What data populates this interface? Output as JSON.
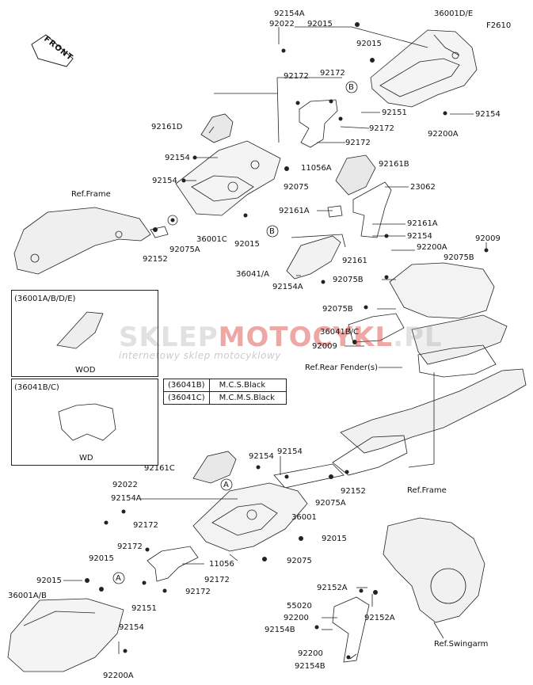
{
  "diagram_code": "F2610",
  "front_label": "FRONT",
  "watermark": {
    "brand_a": "SKLEP",
    "brand_b": "MOTOCYKL",
    "brand_c": ".PL",
    "tagline": "internetowy sklep motocyklowy"
  },
  "ref_labels": {
    "frame_top": "Ref.Frame",
    "rear_fender": "Ref.Rear Fender(s)",
    "frame_bottom": "Ref.Frame",
    "swingarm": "Ref.Swingarm"
  },
  "inset_wod": {
    "title": "(36001A/B/D/E)",
    "caption": "WOD"
  },
  "inset_wd": {
    "title": "(36041B/C)",
    "caption": "WD"
  },
  "color_table": [
    {
      "part": "(36041B)",
      "color": "M.C.S.Black"
    },
    {
      "part": "(36041C)",
      "color": "M.C.M.S.Black"
    }
  ],
  "callouts": {
    "c92154A_top": "92154A",
    "c92022_top": "92022",
    "c92015_top1": "92015",
    "c36001DE": "36001D/E",
    "c92015_top2": "92015",
    "c92172_a": "92172",
    "c92172_b": "92172",
    "c92161D": "92161D",
    "cB_top": "B",
    "c92151_top": "92151",
    "c92154_r": "92154",
    "c92172_c": "92172",
    "c92200A_top": "92200A",
    "c92172_d": "92172",
    "c92154_l1": "92154",
    "c11056A": "11056A",
    "c92161B": "92161B",
    "c92154_l2": "92154",
    "c92075_m": "92075",
    "c23062": "23062",
    "c92161A_l": "92161A",
    "c92161A_r": "92161A",
    "c36001C": "36001C",
    "c92015_m": "92015",
    "cB_mid": "B",
    "c92075A_m": "92075A",
    "c92154_m": "92154",
    "c92152_m": "92152",
    "c92200A_m": "92200A",
    "c92009_r": "92009",
    "c92161_m": "92161",
    "c92075B_r": "92075B",
    "c36041A": "36041/A",
    "c92075B_l": "92075B",
    "c92154A_m": "92154A",
    "c92075B_l2": "92075B",
    "c36041BC": "36041B/C",
    "c92009_m": "92009",
    "c92161C": "92161C",
    "c92154_b1": "92154",
    "c92154_b2": "92154",
    "c92022_b": "92022",
    "cA_mid": "A",
    "c92154A_b": "92154A",
    "c92075A_b": "92075A",
    "c92152_b": "92152",
    "c36001_b": "36001",
    "c92172_b1": "92172",
    "c92015_b1": "92015",
    "c92172_b2": "92172",
    "c11056": "11056",
    "c92075_b": "92075",
    "c92015_b2": "92015",
    "c92015_b3": "92015",
    "cA_b": "A",
    "c92172_b3": "92172",
    "c92172_b4": "92172",
    "c36001AB": "36001A/B",
    "c92151_b": "92151",
    "c92152A_l": "92152A",
    "c55020": "55020",
    "c92152A_r": "92152A",
    "c92200_a": "92200",
    "c92154B_a": "92154B",
    "c92154_b3": "92154",
    "c92200_b": "92200",
    "c92154B_b": "92154B",
    "c92200A_b": "92200A"
  }
}
